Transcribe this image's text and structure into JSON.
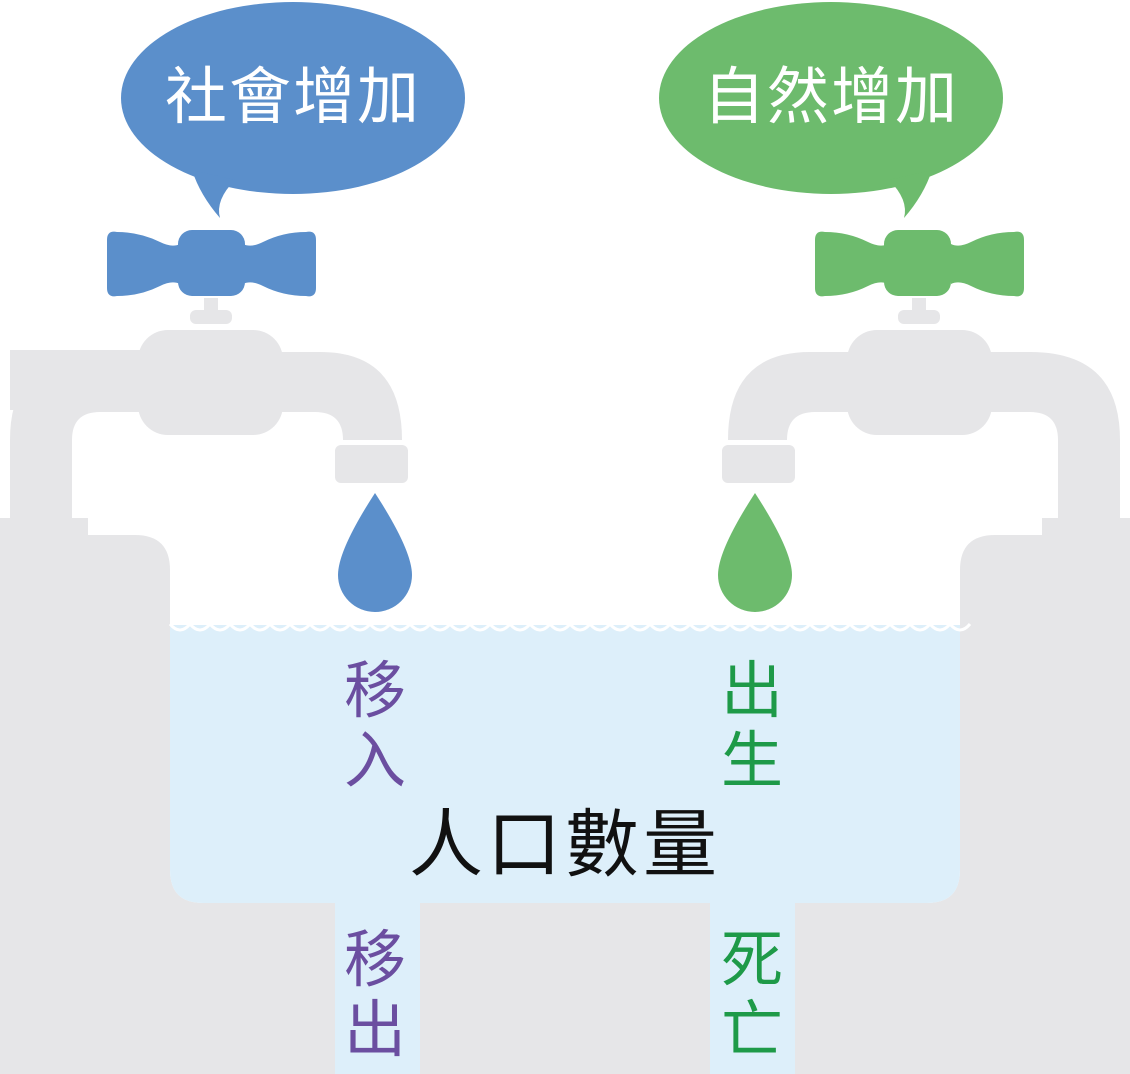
{
  "bubbles": {
    "social": {
      "label": "社會增加",
      "color": "#5b8fcb"
    },
    "natural": {
      "label": "自然增加",
      "color": "#6dbb6d"
    }
  },
  "tank": {
    "center_label": "人口數量",
    "water_color": "#ddeffa",
    "pipe_color": "#e6e6e8"
  },
  "inflows": {
    "left": {
      "label": "移入",
      "color": "#6b4ea0"
    },
    "right": {
      "label": "出生",
      "color": "#1e9a48"
    }
  },
  "outflows": {
    "left": {
      "label": "移出",
      "color": "#6b4ea0"
    },
    "right": {
      "label": "死亡",
      "color": "#1e9a48"
    }
  }
}
